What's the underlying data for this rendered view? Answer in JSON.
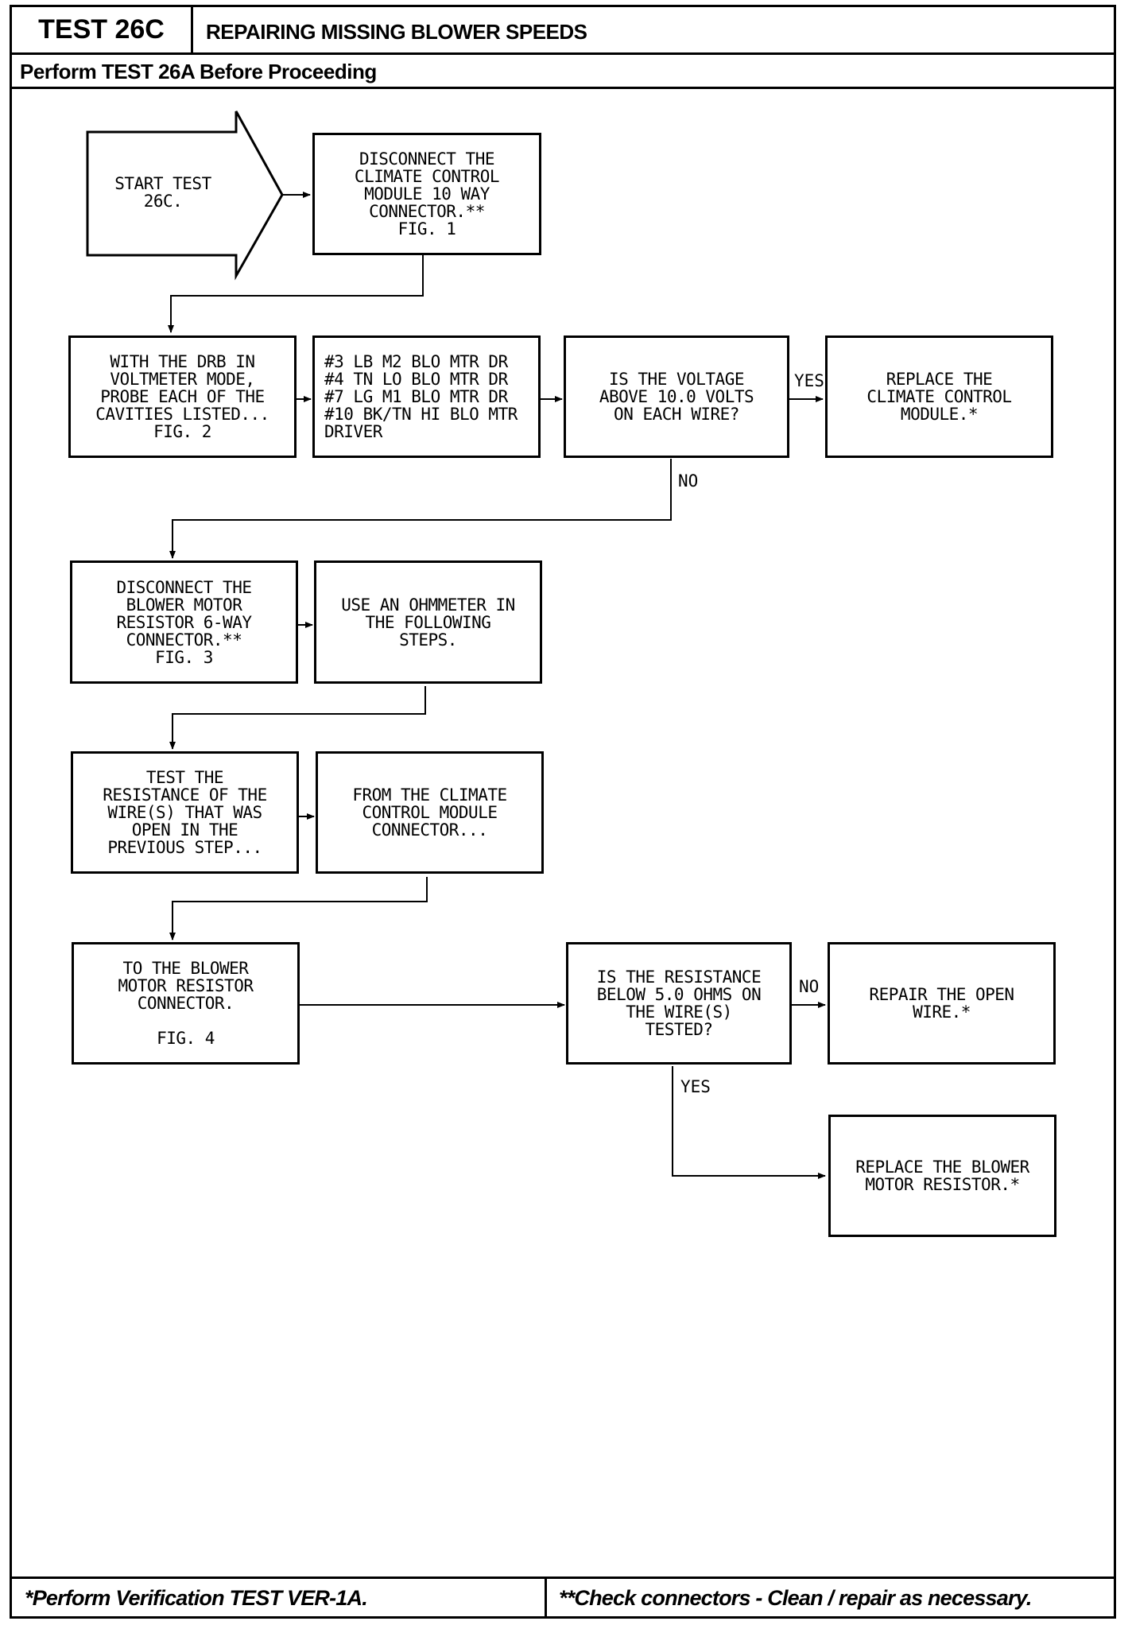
{
  "header": {
    "test_id": "TEST 26C",
    "title": "REPAIRING MISSING BLOWER SPEEDS",
    "prerequisite": "Perform TEST 26A Before Proceeding"
  },
  "flow": {
    "start": "START TEST 26C.",
    "disconnect_ccm": "DISCONNECT THE\nCLIMATE CONTROL\nMODULE 10 WAY\nCONNECTOR.**\nFIG. 1",
    "voltmeter_probe": "WITH THE DRB IN\nVOLTMETER MODE,\nPROBE EACH OF THE\nCAVITIES LISTED...\nFIG. 2",
    "cavity_list": "#3 LB M2 BLO MTR DR\n#4 TN LO BLO MTR DR\n#7 LG M1 BLO MTR DR\n#10 BK/TN HI BLO MTR\nDRIVER",
    "voltage_question": "IS THE VOLTAGE\nABOVE 10.0 VOLTS\nON EACH WIRE?",
    "replace_ccm": "REPLACE THE\nCLIMATE CONTROL\nMODULE.*",
    "disconnect_resistor": "DISCONNECT THE\nBLOWER MOTOR\nRESISTOR 6-WAY\nCONNECTOR.**\nFIG. 3",
    "use_ohmmeter": "USE AN OHMMETER IN\nTHE FOLLOWING\nSTEPS.",
    "test_resistance": "TEST THE\nRESISTANCE OF THE\nWIRE(S) THAT WAS\nOPEN IN THE\nPREVIOUS STEP...",
    "from_ccm_connector": "FROM THE CLIMATE\nCONTROL MODULE\nCONNECTOR...",
    "to_resistor_connector": "TO THE BLOWER\nMOTOR RESISTOR\nCONNECTOR.\n\nFIG. 4",
    "resistance_question": "IS THE RESISTANCE\nBELOW 5.0 OHMS ON\nTHE WIRE(S)\nTESTED?",
    "repair_open_wire": "REPAIR THE OPEN\nWIRE.*",
    "replace_resistor": "REPLACE THE BLOWER\nMOTOR RESISTOR.*",
    "yes_1": "YES",
    "no_1": "NO",
    "no_2": "NO",
    "yes_2": "YES"
  },
  "footer": {
    "note_verification": "*Perform Verification TEST VER-1A.",
    "note_connectors": "**Check connectors - Clean / repair as necessary."
  }
}
